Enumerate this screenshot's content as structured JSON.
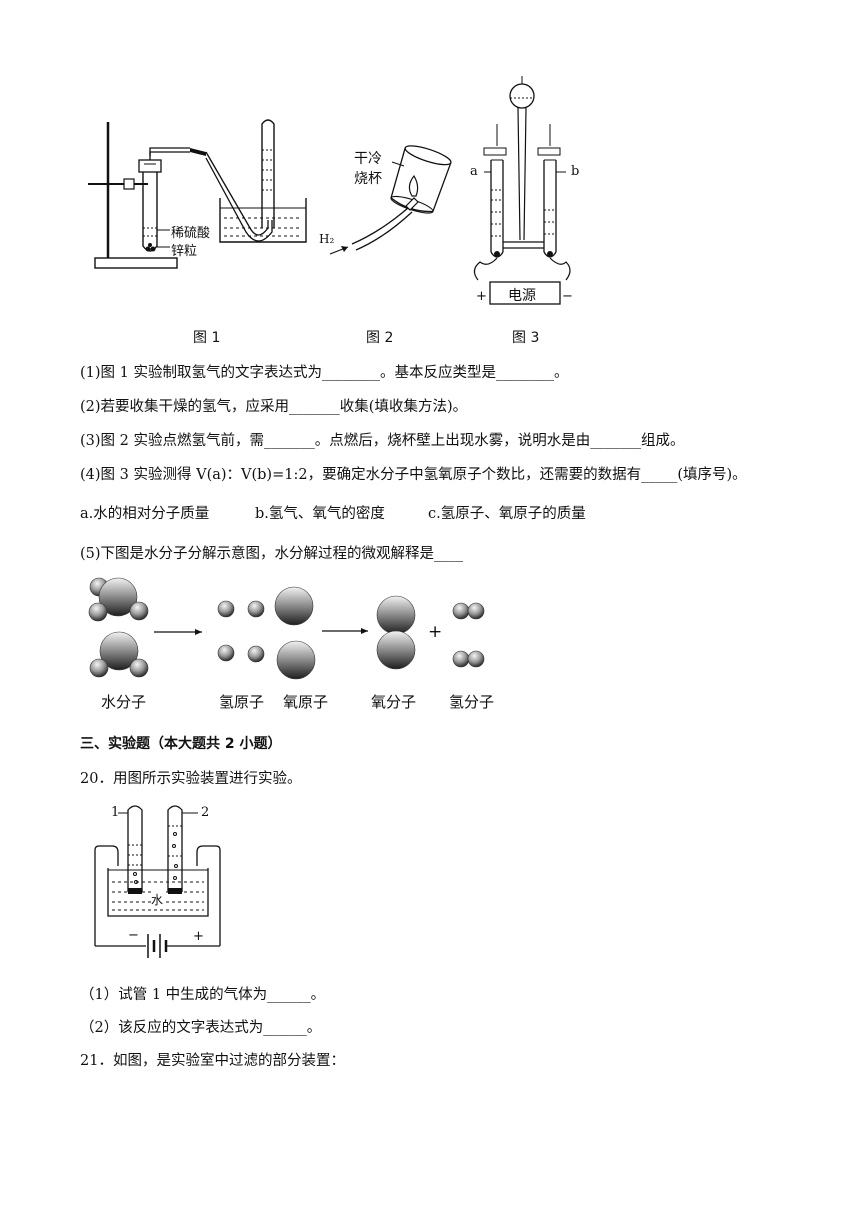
{
  "figures_top": {
    "fig1": {
      "caption": "图 1",
      "label_acid": "稀硫酸",
      "label_zinc": "锌粒"
    },
    "fig2": {
      "caption": "图 2",
      "label_dry_cold": "干冷",
      "label_beaker": "烧杯",
      "label_h2": "H₂"
    },
    "fig3": {
      "caption": "图 3",
      "label_a": "a",
      "label_b": "b",
      "label_power": "电源",
      "label_plus": "+",
      "label_minus": "−"
    }
  },
  "questions": {
    "q1": "(1)图 1 实验制取氢气的文字表达式为________。基本反应类型是________。",
    "q2": "(2)若要收集干燥的氢气，应采用_______收集(填收集方法)。",
    "q3": "(3)图 2 实验点燃氢气前，需_______。点燃后，烧杯壁上出现水雾，说明水是由_______组成。",
    "q4": "(4)图 3 实验测得 V(a)：V(b)=1:2，要确定水分子中氢氧原子个数比，还需要的数据有_____(填序号)。",
    "options": {
      "a": "a.水的相对分子质量",
      "b": "b.氢气、氧气的密度",
      "c": "c.氢原子、氧原子的质量"
    },
    "q5": "(5)下图是水分子分解示意图，水分解过程的微观解释是____"
  },
  "molecule_diagram": {
    "label_water": "水分子",
    "label_h_atom": "氢原子",
    "label_o_atom": "氧原子",
    "label_o2": "氧分子",
    "label_h2": "氢分子",
    "plus": "+"
  },
  "section3": {
    "heading": "三、实验题（本大题共 2 小题）",
    "q20": "20．用图所示实验装置进行实验。",
    "fig20": {
      "label_1": "1",
      "label_2": "2",
      "label_water": "水",
      "label_minus": "−",
      "label_plus": "+"
    },
    "q20_1": "（1）试管 1 中生成的气体为______。",
    "q20_2": "（2）该反应的文字表达式为______。",
    "q21": "21．如图，是实验室中过滤的部分装置："
  },
  "colors": {
    "ink": "#111111",
    "paper": "#ffffff"
  }
}
